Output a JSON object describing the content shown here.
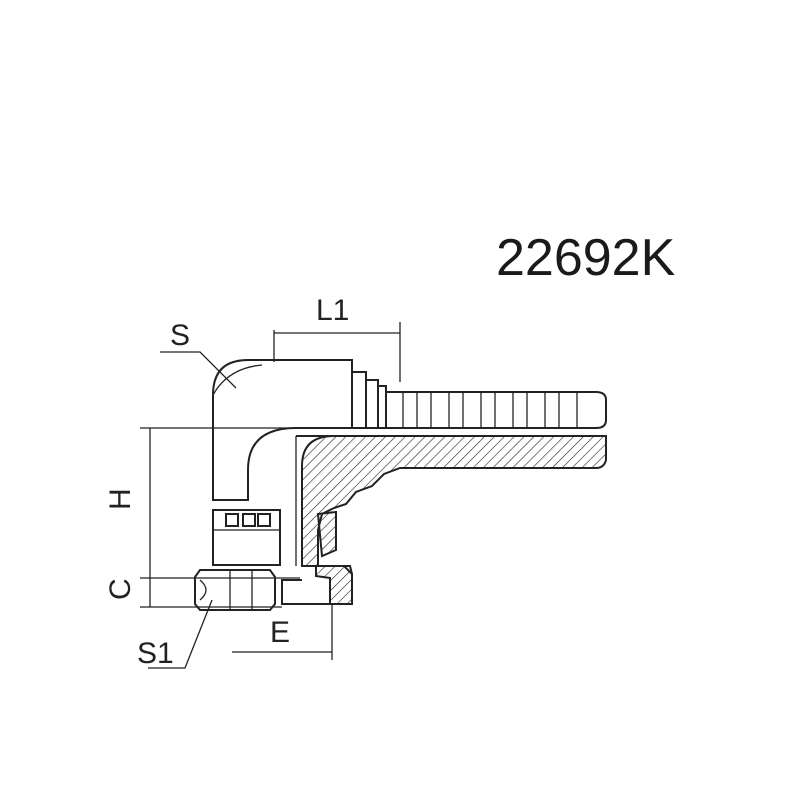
{
  "part_number": "22692K",
  "dimensions": {
    "L1": "L1",
    "S": "S",
    "H": "H",
    "C": "C",
    "S1": "S1",
    "E": "E"
  }
}
